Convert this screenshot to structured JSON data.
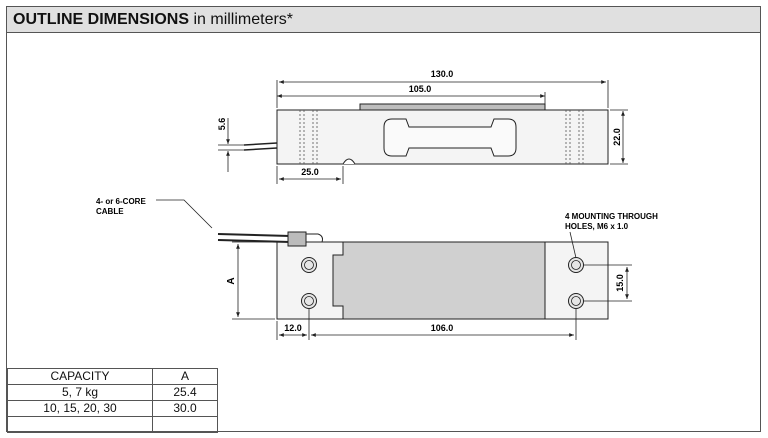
{
  "header": {
    "title_bold": "OUTLINE  DIMENSIONS",
    "title_rest": " in millimeters*"
  },
  "dimensions": {
    "overall_length": "130.0",
    "top_length": "105.0",
    "height": "22.0",
    "cable_offset": "5.6",
    "notch_offset": "25.0",
    "width_a": "A",
    "hole_spacing": "15.0",
    "end_offset": "12.0",
    "hole_pitch": "106.0"
  },
  "callouts": {
    "cable_line1": "4- or 6-CORE",
    "cable_line2": "CABLE",
    "holes_line1": "4 MOUNTING THROUGH",
    "holes_line2": "HOLES, M6 x 1.0"
  },
  "capacity_table": {
    "headers": [
      "CAPACITY",
      "A"
    ],
    "rows": [
      [
        "5, 7 kg",
        "25.4"
      ],
      [
        "10, 15, 20, 30",
        "30.0"
      ],
      [
        "",
        ""
      ]
    ]
  },
  "colors": {
    "header_bg": "#e0e0e0",
    "face_gray": "#d0d0d0",
    "body_fill": "#f2f2f2",
    "line": "#222222"
  }
}
